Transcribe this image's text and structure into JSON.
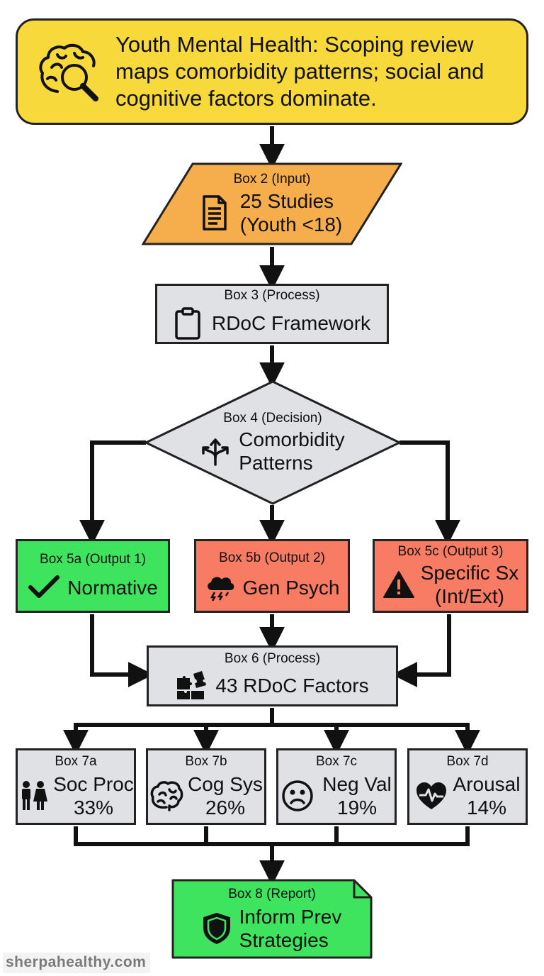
{
  "title": {
    "text": "Youth Mental Health: Scoping review maps comorbidity patterns; social and cognitive factors dominate.",
    "icon": "brain-search-icon"
  },
  "boxes": {
    "box2": {
      "label": "Box 2 (Input)",
      "line1": "25 Studies",
      "line2": "(Youth <18)",
      "icon": "document-icon",
      "color": "#f6ad4b"
    },
    "box3": {
      "label": "Box 3 (Process)",
      "text": "RDoC Framework",
      "icon": "clipboard-icon",
      "color": "#dfe1e4"
    },
    "box4": {
      "label": "Box 4 (Decision)",
      "line1": "Comorbidity",
      "line2": "Patterns",
      "icon": "split-arrows-icon",
      "color": "#dfe1e4"
    },
    "box5a": {
      "label": "Box 5a (Output 1)",
      "text": "Normative",
      "icon": "checkmark-icon",
      "color": "#3ee45e"
    },
    "box5b": {
      "label": "Box 5b (Output 2)",
      "text": "Gen Psych",
      "icon": "storm-cloud-icon",
      "color": "#f87c64"
    },
    "box5c": {
      "label": "Box 5c (Output 3)",
      "line1": "Specific Sx",
      "line2": "(Int/Ext)",
      "icon": "warning-icon",
      "color": "#f87c64"
    },
    "box6": {
      "label": "Box 6 (Process)",
      "text": "43 RDoC Factors",
      "icon": "puzzle-icon",
      "color": "#dfe1e4"
    },
    "box7a": {
      "label": "Box 7a",
      "name": "Soc Proc",
      "pct": "33%",
      "icon": "people-icon"
    },
    "box7b": {
      "label": "Box 7b",
      "name": "Cog Sys",
      "pct": "26%",
      "icon": "brain-icon"
    },
    "box7c": {
      "label": "Box 7c",
      "name": "Neg Val",
      "pct": "19%",
      "icon": "sad-face-icon"
    },
    "box7d": {
      "label": "Box 7d",
      "name": "Arousal",
      "pct": "14%",
      "icon": "heartbeat-icon"
    },
    "box8": {
      "label": "Box 8 (Report)",
      "line1": "Inform Prev",
      "line2": "Strategies",
      "icon": "shield-icon",
      "color": "#3ee45e"
    }
  },
  "watermark": "sherpahealthy.com"
}
